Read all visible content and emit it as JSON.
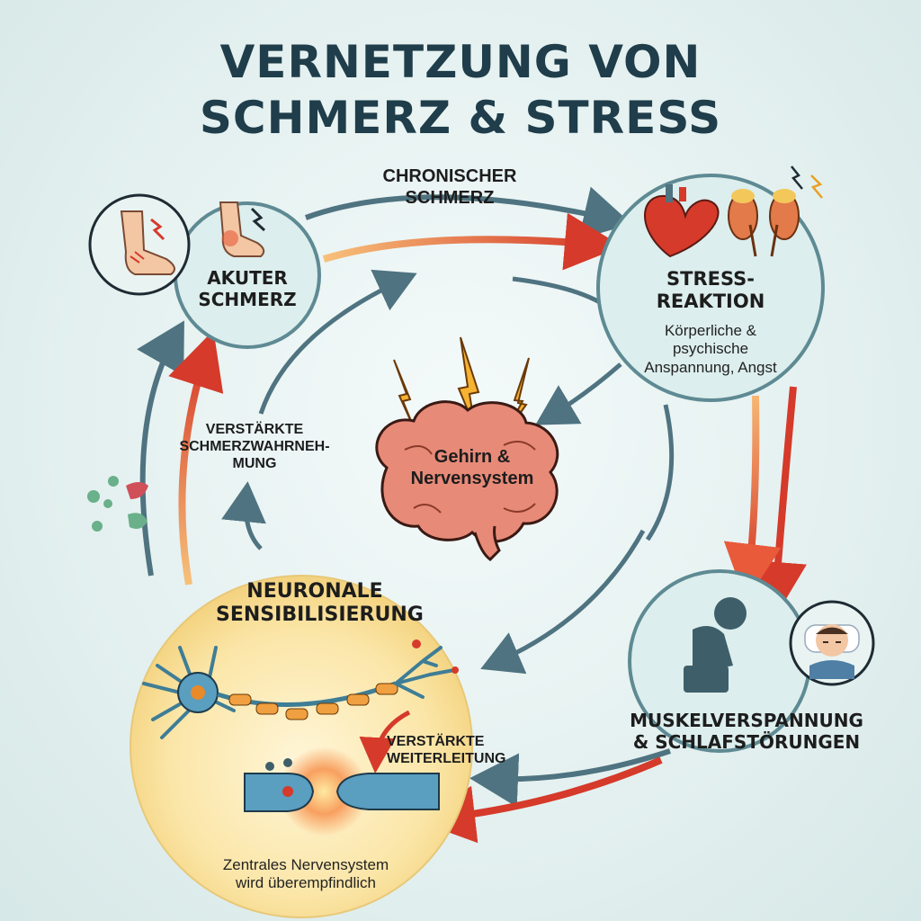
{
  "title": {
    "line1": "VERNETZUNG VON",
    "line2": "SCHMERZ & STRESS"
  },
  "nodes": {
    "acute_pain": {
      "line1": "AKUTER",
      "line2": "SCHMERZ"
    },
    "stress": {
      "line1": "STRESS-",
      "line2": "REAKTION",
      "sub1": "Körperliche &",
      "sub2": "psychische",
      "sub3": "Anspannung, Angst"
    },
    "brain": {
      "line1": "Gehirn &",
      "line2": "Nervensystem"
    },
    "muscle": {
      "line1": "MUSKELVERSPANNUNG",
      "line2": "& SCHLAFSTÖRUNGEN"
    },
    "neuro": {
      "line1": "NEURONALE",
      "line2": "SENSIBILISIERUNG",
      "sub1": "Zentrales Nervensystem",
      "sub2": "wird überempfindlich"
    }
  },
  "edges": {
    "chronic": {
      "line1": "CHRONISCHER",
      "line2": "SCHMERZ"
    },
    "perception": {
      "line1": "VERSTÄRKTE",
      "line2": "SCHMERZWAHRNEH-",
      "line3": "MUNG"
    },
    "transmission": {
      "line1": "VERSTÄRKTE",
      "line2": "WEITERLEITUNG"
    }
  },
  "icons": [
    "foot-pain-icon",
    "leg-pain-icon",
    "heart-icon",
    "kidneys-icon",
    "brain-icon",
    "lightning-icon",
    "sitting-person-icon",
    "sleeping-person-icon",
    "neuron-icon",
    "synapse-icon",
    "molecules-icon"
  ],
  "colors": {
    "title": "#1f3d4a",
    "arrow_teal": "#4f7380",
    "arrow_red": "#d53a2a",
    "arrow_orange": "#f0a05a",
    "node_fill": "#dceeed",
    "node_stroke": "#5e8a93",
    "neuro_fill": "#fbe6a8",
    "brain": "#e88a78"
  }
}
